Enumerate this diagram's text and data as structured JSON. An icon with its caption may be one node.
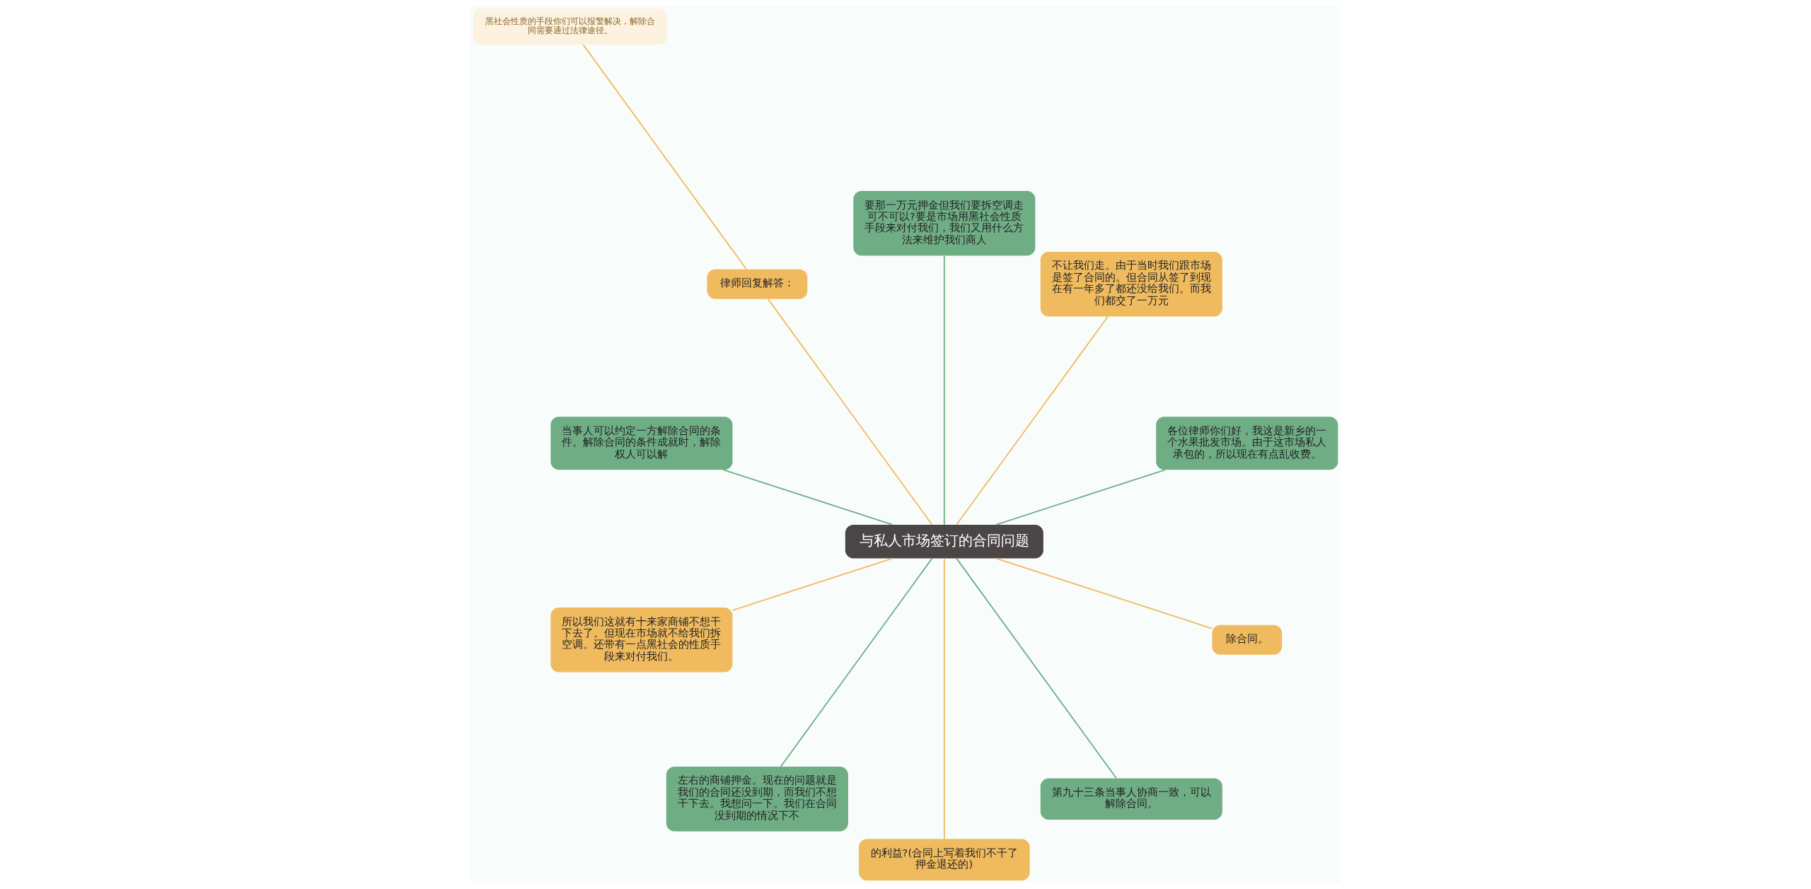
{
  "diagram": {
    "nodes": [
      {
        "text": [
          "与私人市场签订的合同问题"
        ]
      },
      {
        "text": [
          "各位律师你们好，我这是新乡的一个水果批发市场。由于这市场私人承包的，所以现在有点乱收费。"
        ]
      },
      {
        "text": [
          "不让我们走。由于当时我们跟市场是签了合同的。但合同从签了到现在有一年多了都还没给我们。而我们都交了一万元"
        ]
      },
      {
        "text": [
          "要那一万元押金但我们要拆空调走可不可以?要是市场用黑社会性质手段来对付我们，我们又用什么方法来维护我们商人"
        ]
      },
      {
        "text": [
          "律师回复解答："
        ]
      },
      {
        "text": [
          "黑社会性质的手段你们可以报警解决，解除合同需要通过法律途径。"
        ]
      },
      {
        "text": [
          "当事人可以约定一方解除合同的条件。解除合同的条件成就时，解除权人可以解"
        ]
      },
      {
        "text": [
          "所以我们这就有十来家商铺不想干下去了。但现在市场就不给我们拆空调。还带有一点黑社会的性质手段来对付我们。"
        ]
      },
      {
        "text": [
          "左右的商铺押金。现在的问题就是我们的合同还没到期，而我们不想干下去。我想问一下。我们在合同没到期的情况下不"
        ]
      },
      {
        "text": [
          "的利益?(合同上写着我们不干了押金退还的)"
        ]
      },
      {
        "text": [
          "第九十三条当事人协商一致，可以解除合同。"
        ]
      },
      {
        "text": [
          "除合同。"
        ]
      }
    ],
    "edges": [
      {
        "from": 0,
        "to": 1,
        "arrow": "none",
        "color": "#6fae85"
      },
      {
        "from": 0,
        "to": 2,
        "arrow": "none"
      },
      {
        "from": 0,
        "to": 3,
        "arrow": "none",
        "color": "#6fae85"
      },
      {
        "from": 0,
        "to": 4,
        "arrow": "none"
      },
      {
        "from": 4,
        "to": 5,
        "arrow": "none"
      },
      {
        "from": 0,
        "to": 6,
        "arrow": "none",
        "color": "#6fae85"
      },
      {
        "from": 0,
        "to": 7,
        "arrow": "none"
      },
      {
        "from": 0,
        "to": 8,
        "arrow": "none",
        "color": "#6fae85"
      },
      {
        "from": 0,
        "to": 9,
        "arrow": "none"
      },
      {
        "from": 0,
        "to": 10,
        "arrow": "none",
        "color": "#6fae85"
      },
      {
        "from": 0,
        "to": 11,
        "arrow": "none"
      }
    ]
  }
}
